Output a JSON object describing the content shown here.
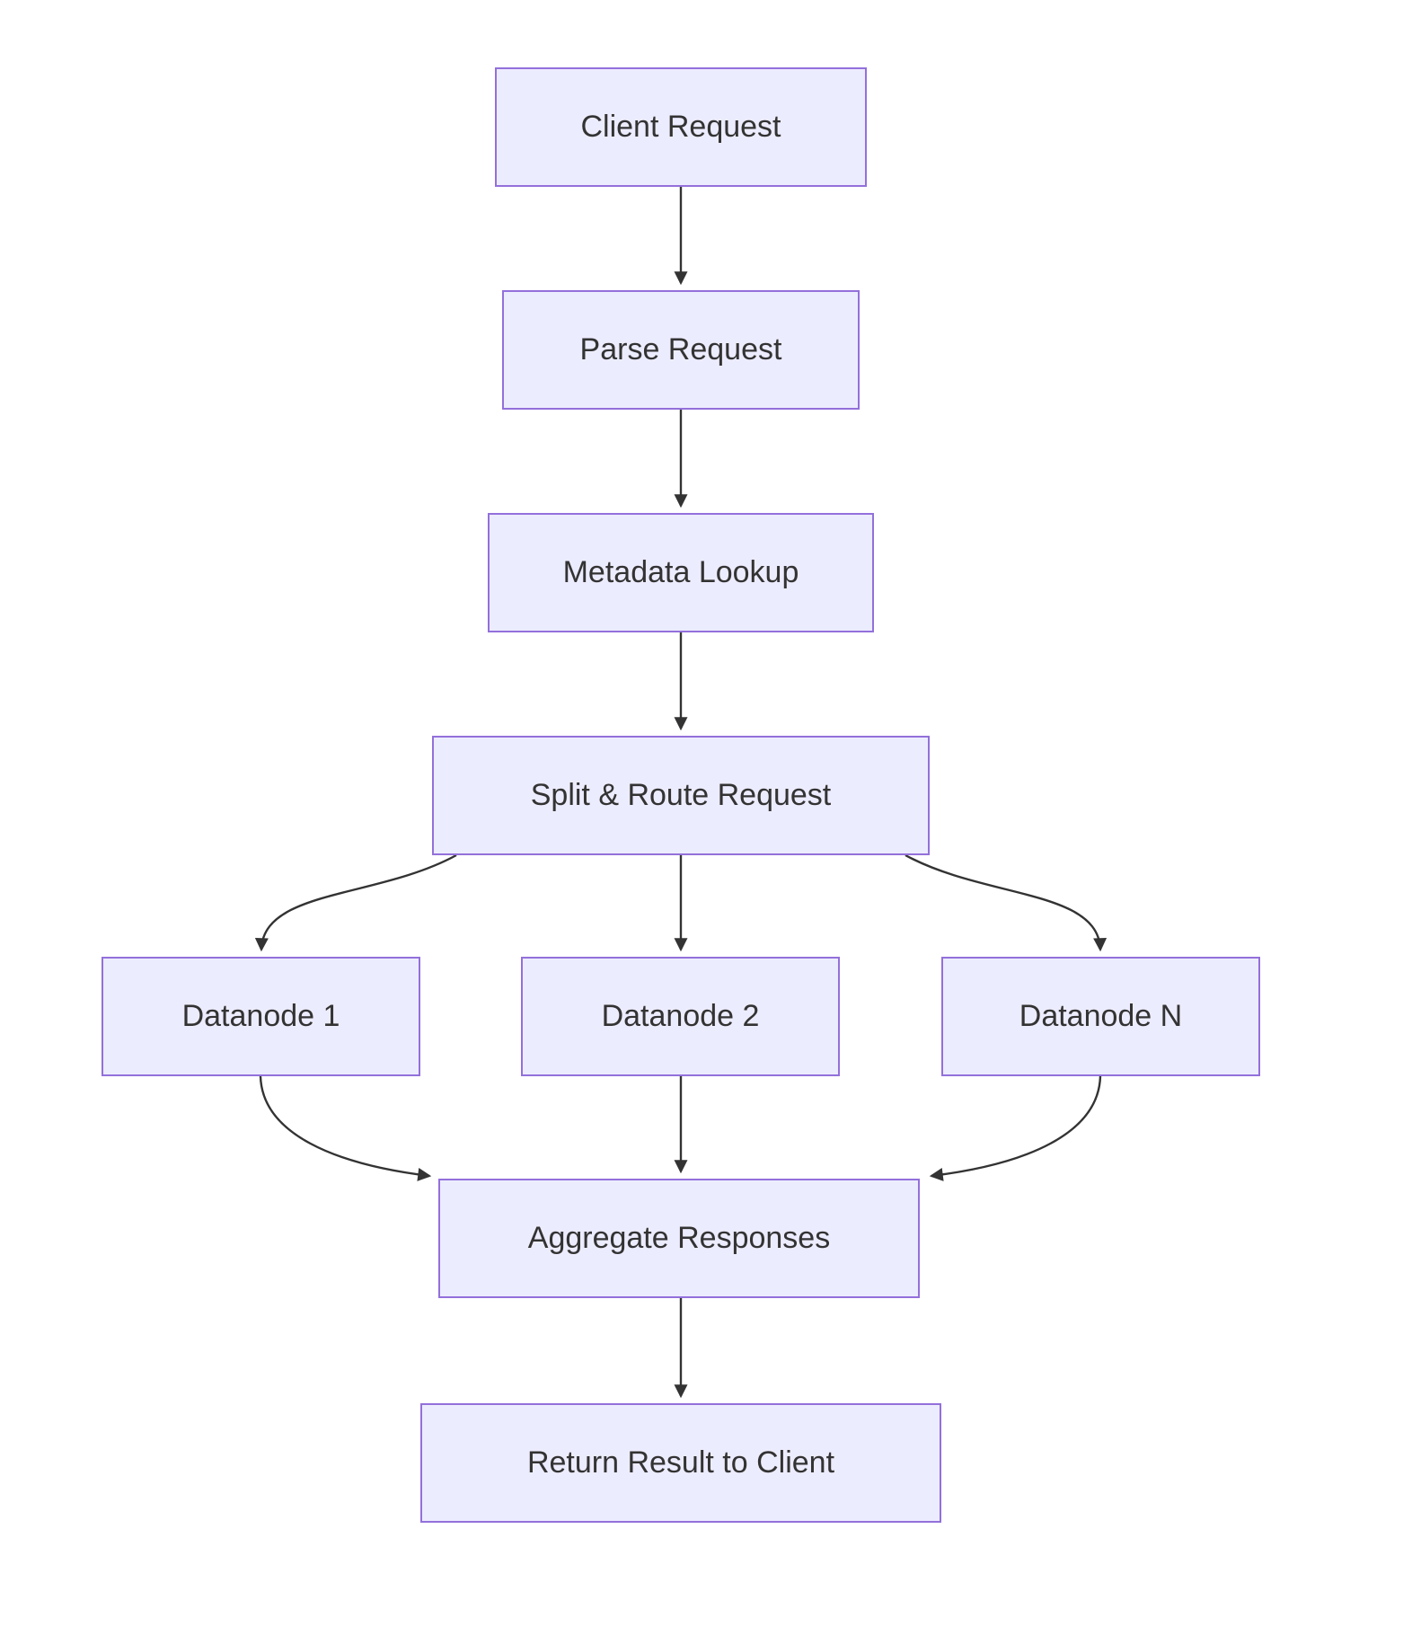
{
  "diagram": {
    "type": "flowchart",
    "direction": "top-down",
    "colors": {
      "node_fill": "#ECECFF",
      "node_border": "#9370DB",
      "text": "#333333",
      "edge": "#333333",
      "background": "#FFFFFF"
    },
    "nodes": [
      {
        "id": "client",
        "label": "Client Request"
      },
      {
        "id": "parse",
        "label": "Parse Request"
      },
      {
        "id": "metadata",
        "label": "Metadata Lookup"
      },
      {
        "id": "split",
        "label": "Split & Route Request"
      },
      {
        "id": "d1",
        "label": "Datanode 1"
      },
      {
        "id": "d2",
        "label": "Datanode 2"
      },
      {
        "id": "dn",
        "label": "Datanode N"
      },
      {
        "id": "agg",
        "label": "Aggregate Responses"
      },
      {
        "id": "return",
        "label": "Return Result to Client"
      }
    ],
    "edges": [
      {
        "from": "client",
        "to": "parse"
      },
      {
        "from": "parse",
        "to": "metadata"
      },
      {
        "from": "metadata",
        "to": "split"
      },
      {
        "from": "split",
        "to": "d1"
      },
      {
        "from": "split",
        "to": "d2"
      },
      {
        "from": "split",
        "to": "dn"
      },
      {
        "from": "d1",
        "to": "agg"
      },
      {
        "from": "d2",
        "to": "agg"
      },
      {
        "from": "dn",
        "to": "agg"
      },
      {
        "from": "agg",
        "to": "return"
      }
    ]
  }
}
